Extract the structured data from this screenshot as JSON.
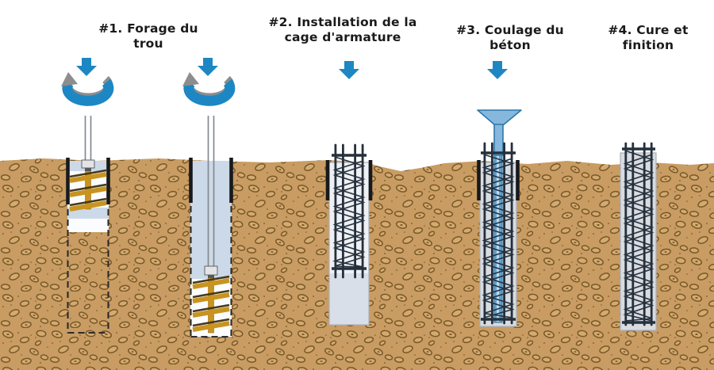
{
  "diagram_type": "process-diagram",
  "steps": [
    {
      "label": "#1. Forage du trou"
    },
    {
      "label": "#2. Installation de la cage d'armature"
    },
    {
      "label": "#3. Coulage du béton"
    },
    {
      "label": "#4. Cure et finition"
    }
  ],
  "icons": {
    "down_arrow": "block arrow pointing down",
    "rotation": "circular rotation arrow ring",
    "funnel": "concrete pouring funnel (tremie)"
  },
  "colors": {
    "background": "#ffffff",
    "text": "#1a1a1a",
    "accent_blue": "#1d87c3",
    "arrow_grey": "#8d8d8d",
    "soil": "#c89c63",
    "pebble_fill": "#d3aa70",
    "pebble_outline": "#7a5827",
    "slurry": "#ccd9e8",
    "hole_white": "#fbfcfd",
    "concrete": "#d8dbe0",
    "concrete_light": "#eef0f4",
    "rebar": "#25303c",
    "casing": "#17191c",
    "auger_gold": "#c8941f",
    "auger_dark": "#46381b",
    "funnel_fill": "#85b8dc",
    "funnel_outline": "#2d77ab",
    "pipe_blue": "#5ea3d3"
  }
}
